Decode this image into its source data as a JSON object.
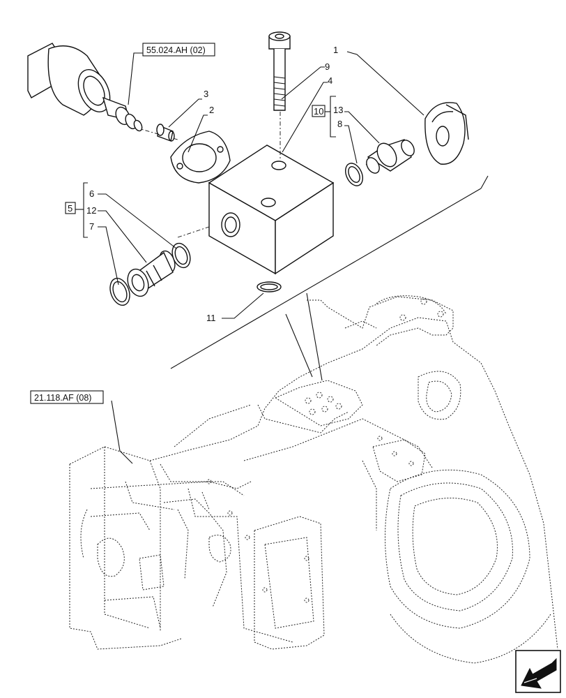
{
  "references": {
    "top": "55.024.AH (02)",
    "left": "21.118.AF (08)"
  },
  "callouts": {
    "c1": "1",
    "c2": "2",
    "c3": "3",
    "c4": "4",
    "c5": "5",
    "c6": "6",
    "c7": "7",
    "c8": "8",
    "c9": "9",
    "c10": "10",
    "c11": "11",
    "c12": "12",
    "c13": "13"
  },
  "icons": {
    "navigation": "arrow-back-icon"
  }
}
